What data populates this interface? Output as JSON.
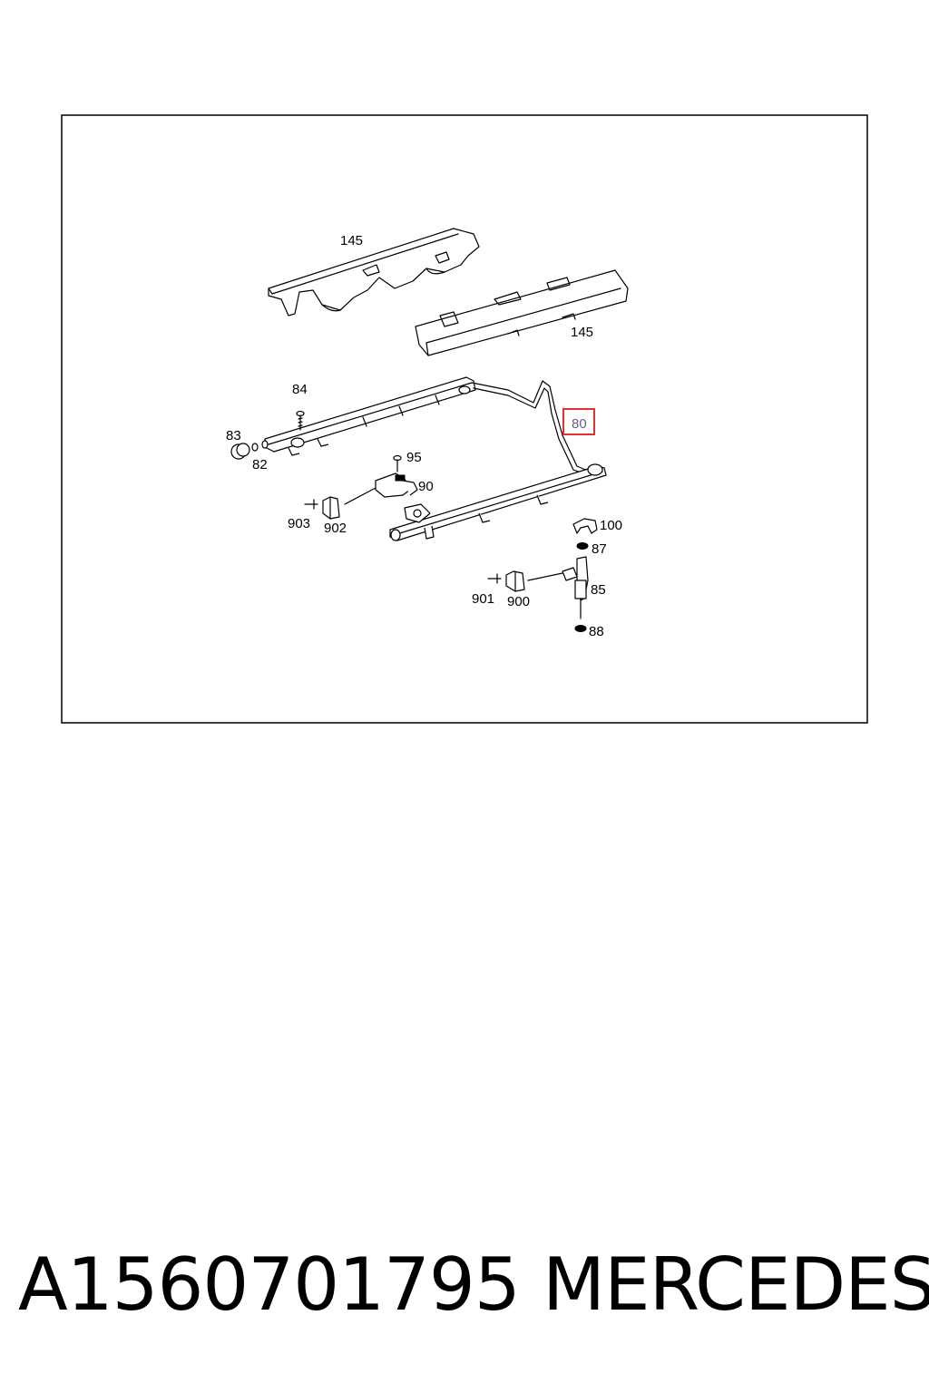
{
  "diagram": {
    "labels": {
      "l145a": "145",
      "l145b": "145",
      "l84": "84",
      "l83": "83",
      "l82": "82",
      "l80": "80",
      "l95": "95",
      "l90": "90",
      "l903": "903",
      "l902": "902",
      "l100": "100",
      "l87": "87",
      "l85": "85",
      "l88": "88",
      "l901": "901",
      "l900": "900"
    },
    "highlight_color": "#e03030"
  },
  "footer": {
    "part_number": "A1560701795",
    "brand": "MERCEDES"
  }
}
